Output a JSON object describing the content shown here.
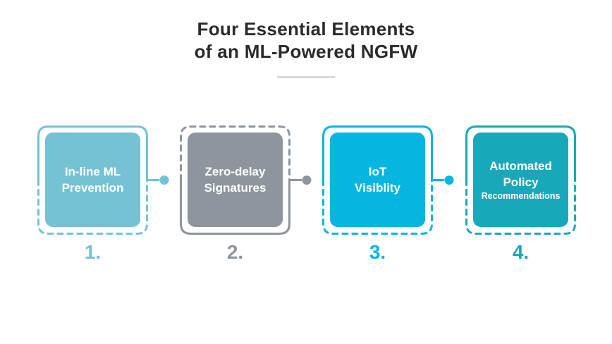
{
  "title": {
    "line1": "Four Essential Elements",
    "line2": "of an ML-Powered NGFW"
  },
  "colors": {
    "title_text": "#2b292a",
    "divider": "#d9d9d9",
    "card1": "#74c2d4",
    "card2": "#8e959c",
    "card3": "#06b6e0",
    "card4": "#17a8ba",
    "background": "#ffffff",
    "card_text": "#ffffff"
  },
  "cards": [
    {
      "label_lines": [
        "In-line ML",
        "Prevention"
      ],
      "number": "1.",
      "color": "#74c2d4"
    },
    {
      "label_lines": [
        "Zero-delay",
        "Signatures"
      ],
      "number": "2.",
      "color": "#8e959c"
    },
    {
      "label_lines": [
        "IoT",
        "Visiblity"
      ],
      "number": "3.",
      "color": "#06b6e0"
    },
    {
      "label_lines": [
        "Automated",
        "Policy"
      ],
      "sublabel": "Recommendations",
      "number": "4.",
      "color": "#17a8ba"
    }
  ]
}
